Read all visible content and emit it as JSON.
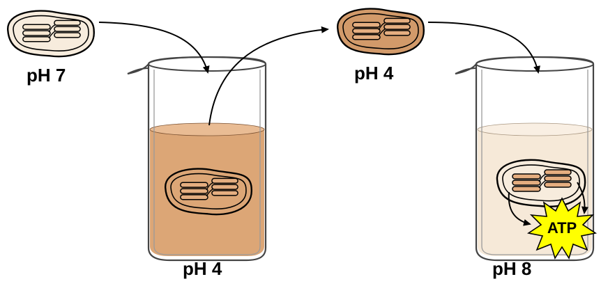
{
  "labels": {
    "chloroplast_initial_ph": "pH 7",
    "chloroplast_soaked_ph": "pH 4",
    "beaker_1_ph": "pH 4",
    "beaker_2_ph": "pH 8",
    "atp": "ATP"
  },
  "colors": {
    "acid_solution": "#dca676",
    "basic_solution": "#f6e9d8",
    "chloroplast_neutral": "#f7ecdd",
    "chloroplast_acidic": "#d29a6a",
    "thylakoid_fill": "#f6e6d0",
    "thylakoid_acidic": "#e5ae80",
    "atp_burst": "#ffff00",
    "outline": "#000000"
  },
  "icons": {
    "beaker": "beaker-icon",
    "chloroplast": "chloroplast-icon",
    "burst": "atp-burst-icon",
    "arrow": "curved-arrow-icon"
  }
}
